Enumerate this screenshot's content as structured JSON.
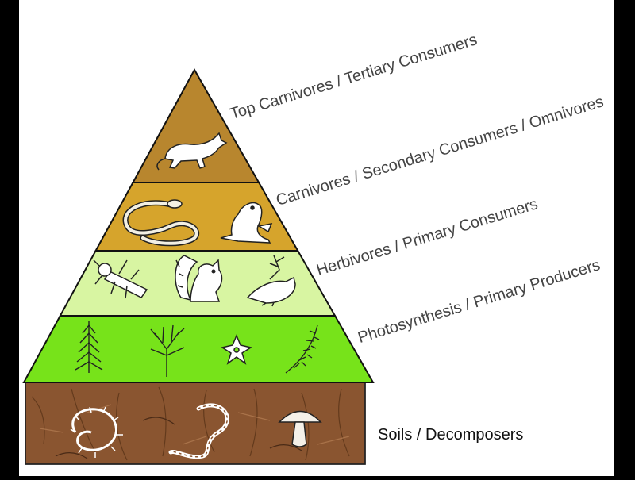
{
  "levels": [
    {
      "label": "Top Carnivores / Tertiary Consumers",
      "color": "#b8862e",
      "organisms": [
        "fox-icon"
      ]
    },
    {
      "label": "Carnivores / Secondary Consumers / Omnivores",
      "color": "#d6a42c",
      "organisms": [
        "snake-icon",
        "frog-icon"
      ]
    },
    {
      "label": "Herbivores / Primary Consumers",
      "color": "#d8f5a2",
      "organisms": [
        "beetle-icon",
        "squirrel-icon",
        "bird-icon"
      ]
    },
    {
      "label": "Photosynthesis / Primary Producers",
      "color": "#77e31a",
      "organisms": [
        "pine-tree-icon",
        "tree-icon",
        "flower-icon",
        "fern-icon"
      ]
    }
  ],
  "soil": {
    "label": "Soils / Decomposers",
    "color": "#8a5530",
    "organisms": [
      "centipede-icon",
      "earthworm-icon",
      "mushroom-icon"
    ]
  }
}
